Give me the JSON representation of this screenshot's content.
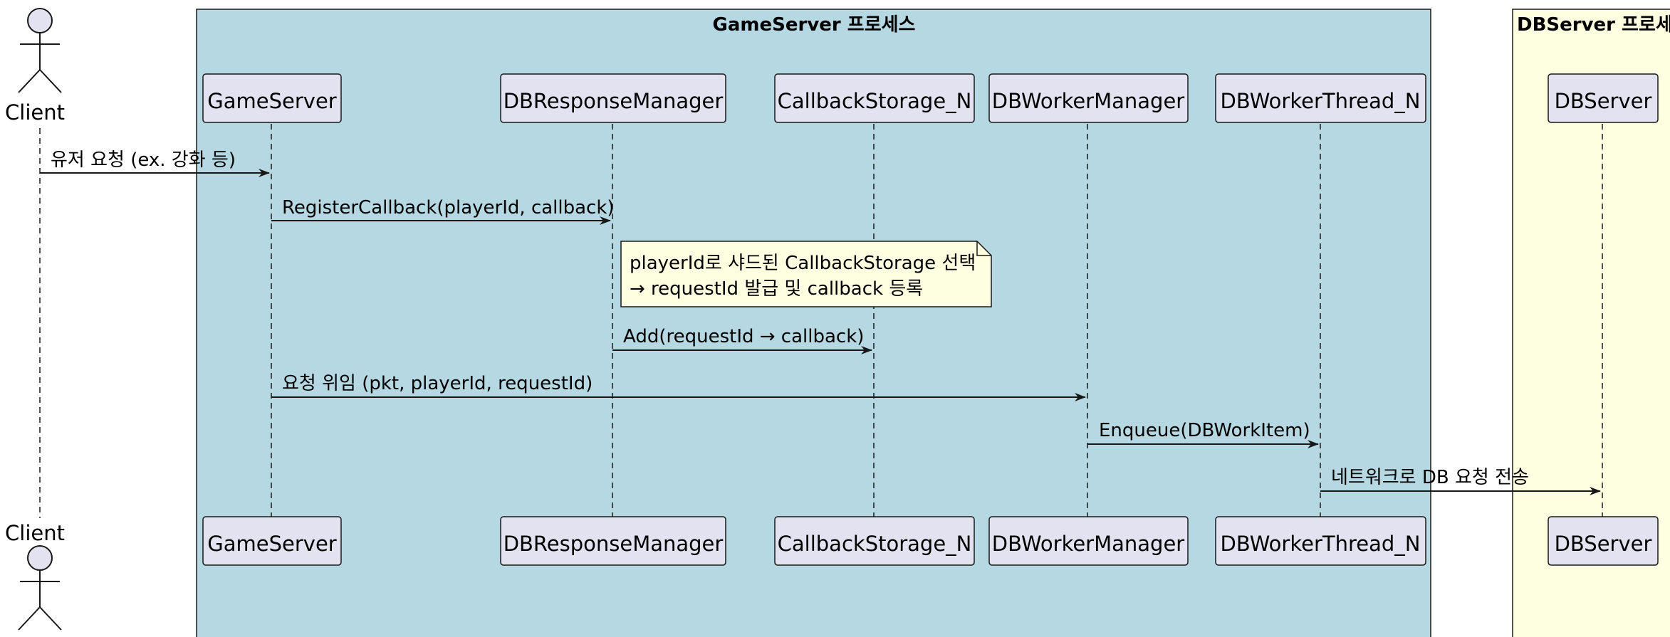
{
  "boxes": {
    "gameserver_process": {
      "title": "GameServer 프로세스",
      "color": "#add8e6"
    },
    "dbserver_process": {
      "title": "DBServer 프로세스",
      "color": "#ffffe0"
    }
  },
  "actor": {
    "name": "Client"
  },
  "participants": {
    "gameserver": "GameServer",
    "dbresponsemanager": "DBResponseManager",
    "callbackstorage": "CallbackStorage_N",
    "dbworkermanager": "DBWorkerManager",
    "dbworkerthread": "DBWorkerThread_N",
    "dbserver": "DBServer"
  },
  "messages": {
    "m1": "유저 요청 (ex. 강화 등)",
    "m2": "RegisterCallback(playerId, callback)",
    "m3": "Add(requestId → callback)",
    "m4": "요청 위임 (pkt, playerId, requestId)",
    "m5": "Enqueue(DBWorkItem)",
    "m6": "네트워크로 DB 요청 전송"
  },
  "note": {
    "line1": "playerId로 샤드된 CallbackStorage 선택",
    "line2": "→ requestId 발급 및 callback 등록"
  }
}
